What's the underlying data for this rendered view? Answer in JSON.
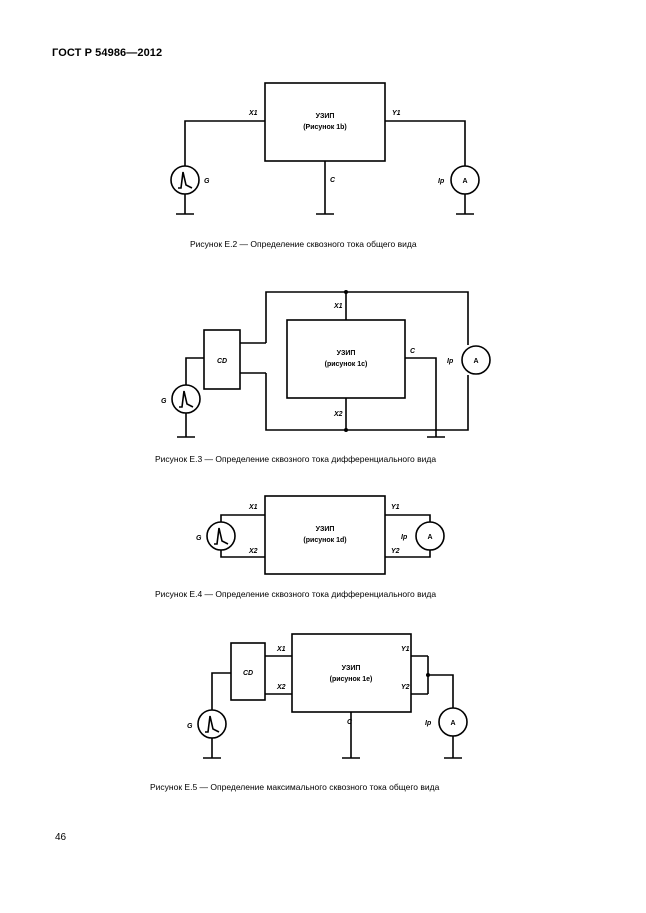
{
  "header": "ГОСТ Р 54986—2012",
  "page_number": "46",
  "fig2": {
    "caption": "Рисунок Е.2 — Определение сквозного тока общего вида",
    "block_line1": "УЗИП",
    "block_line2": "(Рисунок 1b)",
    "x1": "X1",
    "y1": "Y1",
    "c": "C",
    "g": "G",
    "ip": "Ip",
    "a": "A"
  },
  "fig3": {
    "caption": "Рисунок Е.3 — Определение сквозного тока дифференциального вида",
    "block_line1": "УЗИП",
    "block_line2": "(рисунок 1c)",
    "cd": "CD",
    "x1": "X1",
    "x2": "X2",
    "c": "C",
    "g": "G",
    "ip": "Ip",
    "a": "A"
  },
  "fig4": {
    "caption": "Рисунок Е.4 — Определение сквозного тока дифференциального вида",
    "block_line1": "УЗИП",
    "block_line2": "(рисунок 1d)",
    "x1": "X1",
    "x2": "X2",
    "y1": "Y1",
    "y2": "Y2",
    "g": "G",
    "ip": "Ip",
    "a": "A"
  },
  "fig5": {
    "caption": "Рисунок Е.5 — Определение максимального сквозного тока общего вида",
    "block_line1": "УЗИП",
    "block_line2": "(рисунок 1e)",
    "cd": "CD",
    "x1": "X1",
    "x2": "X2",
    "y1": "Y1",
    "y2": "Y2",
    "c": "C",
    "g": "G",
    "ip": "Ip",
    "a": "A"
  }
}
